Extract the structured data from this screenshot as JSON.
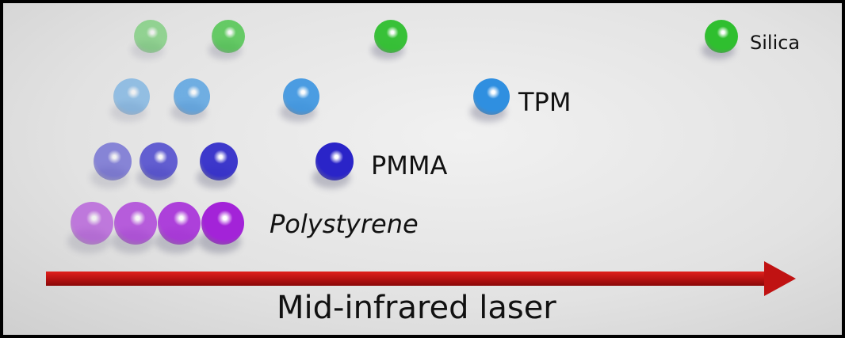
{
  "rows": [
    {
      "label": "Silica",
      "color": "#2fbf2f"
    },
    {
      "label": "TPM",
      "color": "#2f8fe0"
    },
    {
      "label": "PMMA",
      "color": "#2a24c8"
    },
    {
      "label": "Polystyrene",
      "color": "#a323d8"
    }
  ],
  "arrow": {
    "label": "Mid-infrared laser",
    "color": "#c01212"
  }
}
